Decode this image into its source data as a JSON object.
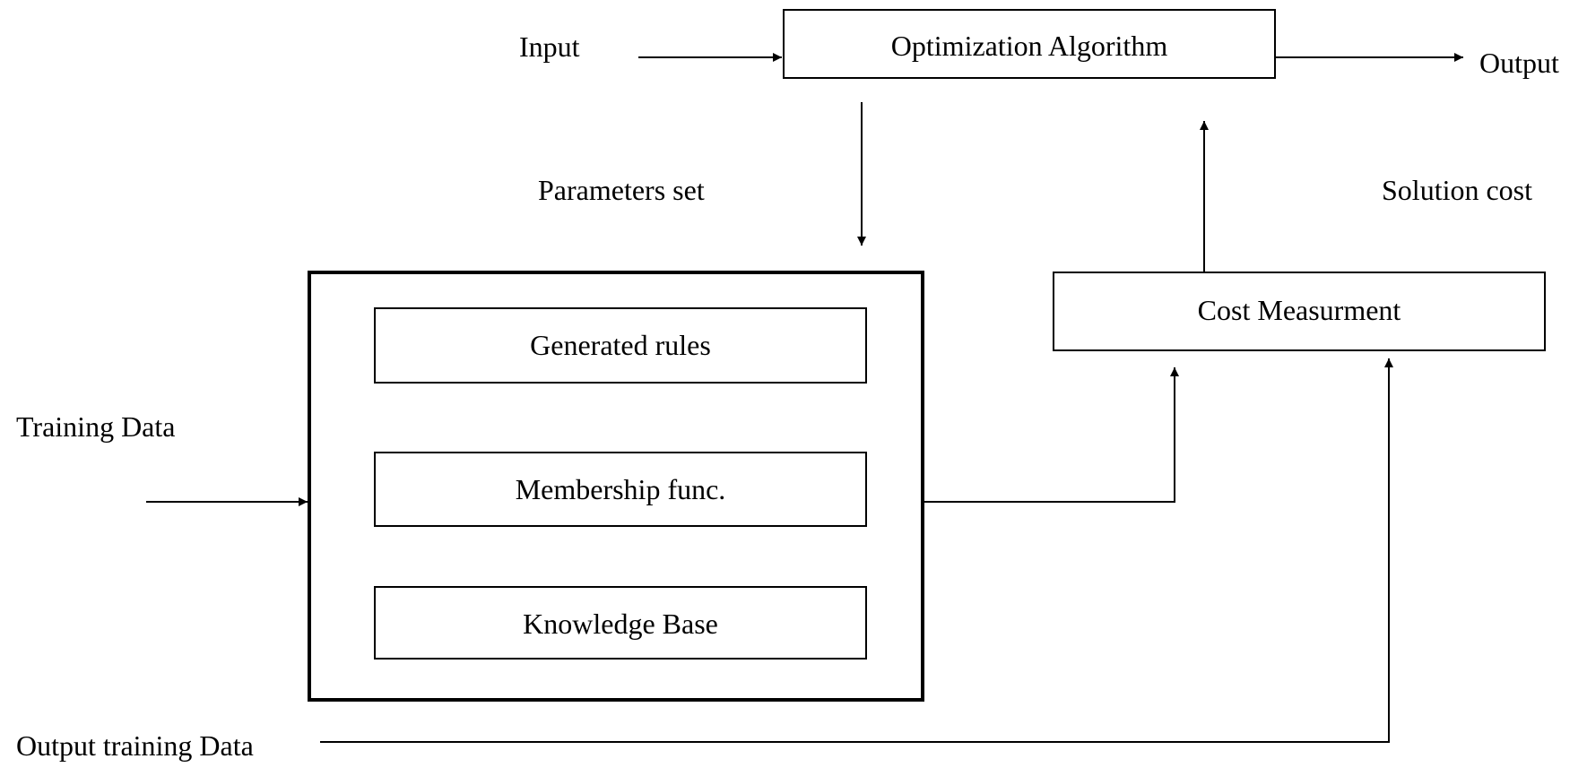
{
  "labels": {
    "input": "Input",
    "output": "Output",
    "parameters_set": "Parameters set",
    "solution_cost": "Solution cost",
    "training_data": "Training Data",
    "output_training_data": "Output training Data"
  },
  "boxes": {
    "optimization_algorithm": "Optimization Algorithm",
    "cost_measurement": "Cost Measurment",
    "generated_rules": "Generated rules",
    "membership_func": "Membership func.",
    "knowledge_base": "Knowledge Base"
  },
  "colors": {
    "stroke": "#000000",
    "background": "#ffffff"
  }
}
